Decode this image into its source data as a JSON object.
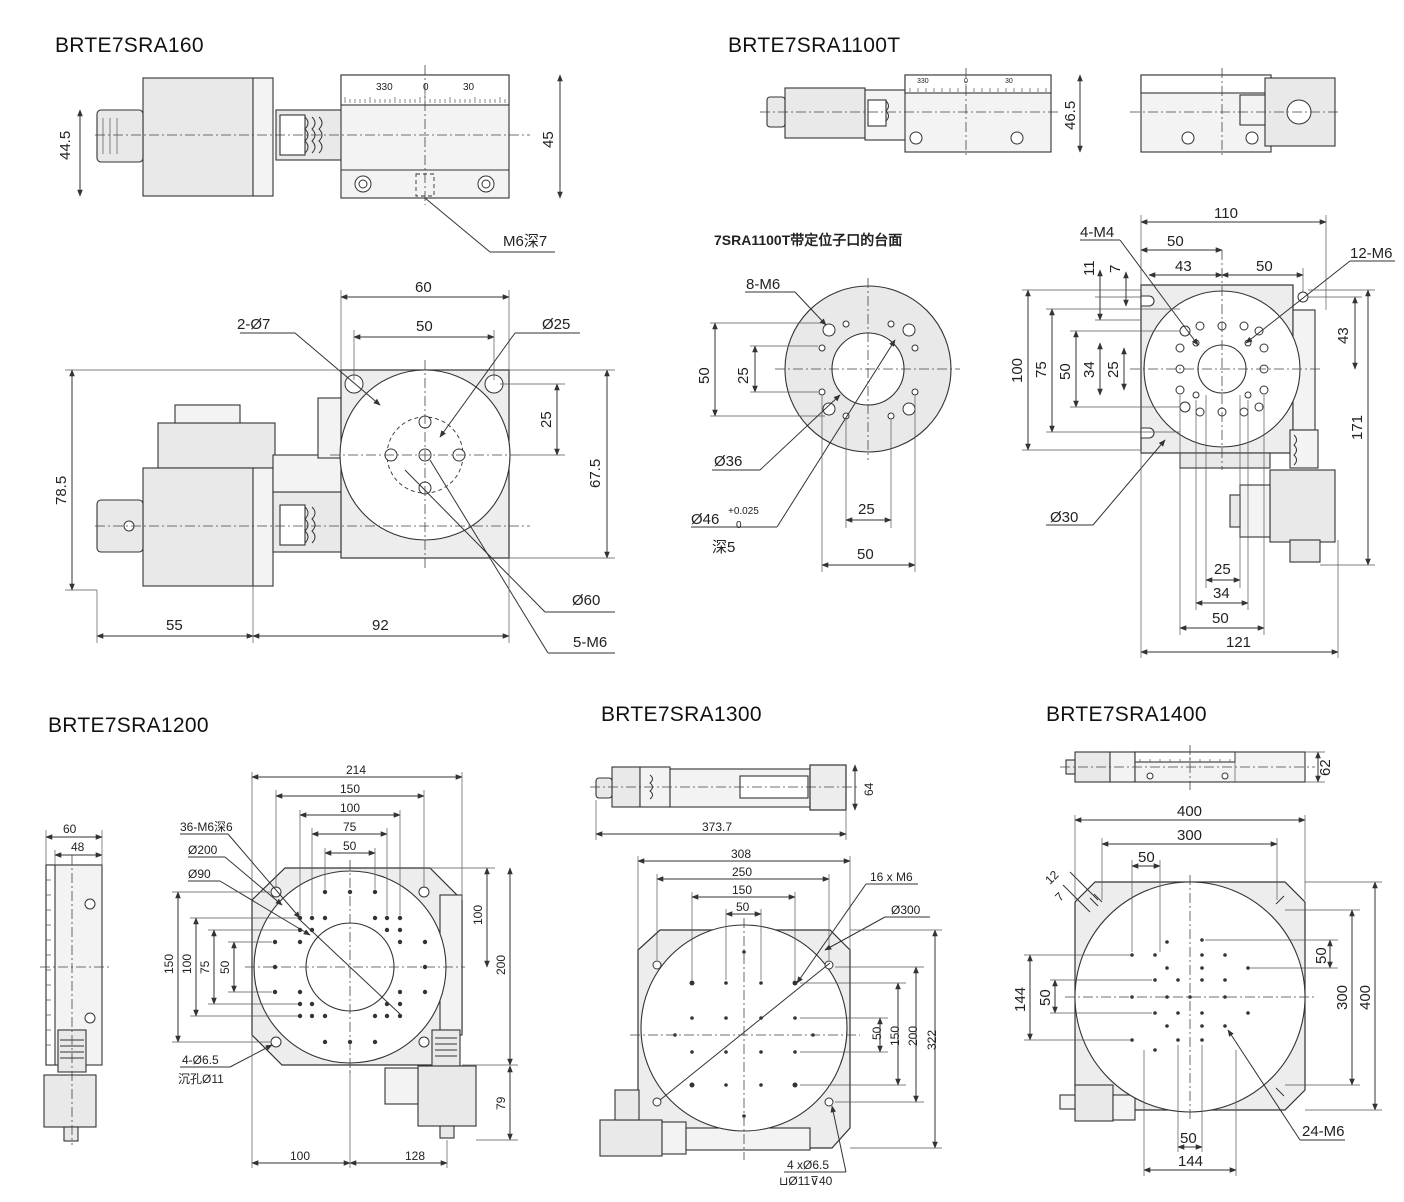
{
  "titles": {
    "m160": "BRTE7SRA160",
    "m1100t": "BRTE7SRA1100T",
    "m1200": "BRTE7SRA1200",
    "m1300": "BRTE7SRA1300",
    "m1400": "BRTE7SRA1400"
  },
  "m160": {
    "side": {
      "d44_5": "44.5",
      "d45": "45",
      "m6depth": "M6深7",
      "scale_330": "330",
      "scale_0": "0",
      "scale_30": "30"
    },
    "top": {
      "d60": "60",
      "d50": "50",
      "d2_phi7": "2-Ø7",
      "d_phi25": "Ø25",
      "d25": "25",
      "d78_5": "78.5",
      "d67_5": "67.5",
      "d_phi60": "Ø60",
      "d5_m6": "5-M6",
      "d55": "55",
      "d92": "92"
    }
  },
  "m1100t": {
    "subtitle": "7SRA1100T带定位子口的台面",
    "side": {
      "d46_5": "46.5",
      "scale_330": "330",
      "scale_0": "0",
      "scale_30": "30"
    },
    "face": {
      "d8_m6": "8-M6",
      "d50v": "50",
      "d25v": "25",
      "d_phi36": "Ø36",
      "d_phi46": "Ø46",
      "tol_upper": "+0.025",
      "tol_lower": "0",
      "depth5": "深5",
      "d25h": "25",
      "d50h": "50"
    },
    "top": {
      "d110": "110",
      "d4_m4": "4-M4",
      "d50a": "50",
      "d43a": "43",
      "d50b": "50",
      "d12_m6": "12-M6",
      "d11": "11",
      "d7": "7",
      "d43v": "43",
      "d100": "100",
      "d75": "75",
      "d50v": "50",
      "d34": "34",
      "d25v": "25",
      "d171": "171",
      "d_phi30": "Ø30",
      "d25h": "25",
      "d34h": "34",
      "d50h": "50",
      "d121": "121"
    }
  },
  "m1200": {
    "side": {
      "d60": "60",
      "d48": "48"
    },
    "top": {
      "d214": "214",
      "d150": "150",
      "d100": "100",
      "d75": "75",
      "d50": "50",
      "d36_m6": "36-M6深6",
      "d_phi200": "Ø200",
      "d_phi90": "Ø90",
      "v150": "150",
      "v100": "100",
      "v75": "75",
      "v50": "50",
      "r100": "100",
      "r200": "200",
      "d4_phi6_5": "4-Ø6.5",
      "counterbore": "沉孔Ø11",
      "d79": "79",
      "b100": "100",
      "b128": "128"
    }
  },
  "m1300": {
    "side": {
      "d64": "64",
      "d373_7": "373.7"
    },
    "top": {
      "d308": "308",
      "d250": "250",
      "d150": "150",
      "d50": "50",
      "d16_m6": "16 x M6",
      "d_phi300": "Ø300",
      "r50": "50",
      "r150": "150",
      "r200": "200",
      "r322": "322",
      "d4_phi6_5": "4 xØ6.5",
      "cb": "⊔Ø11⊽40"
    }
  },
  "m1400": {
    "side": {
      "d62": "62"
    },
    "top": {
      "d400": "400",
      "d300": "300",
      "d50": "50",
      "d12": "12",
      "d7": "7",
      "r50": "50",
      "r300": "300",
      "r400": "400",
      "l144": "144",
      "l50": "50",
      "d24_m6": "24-M6",
      "b50": "50",
      "b144": "144"
    }
  }
}
